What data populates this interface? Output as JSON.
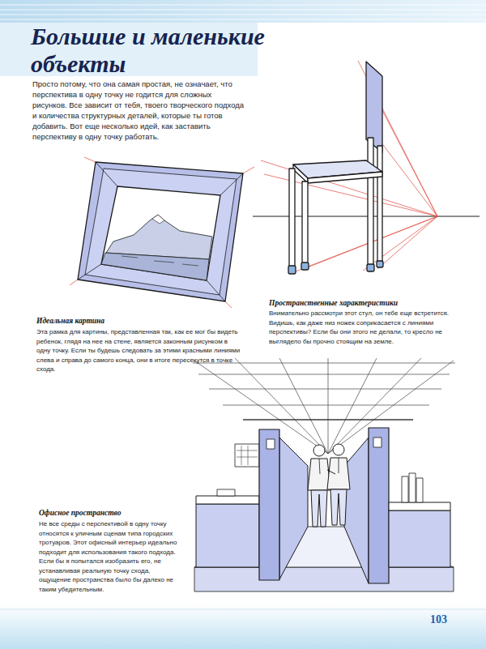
{
  "diagram": {
    "title": "Большие и маленькие объекты",
    "labels": [
      "Просто потому, что она самая простая, не означает, что перспектива в одну точку не годится для сложных рисунков. Все зависит от тебя, твоего творческого подхода и количества структурных деталей, которые ты готов добавить. Вот еще несколько идей, как заставить перспективу в одну точку работать.",
      "Идеальная картина",
      "Эта рамка для картины, представленная так, как ее мог бы видеть ребенок, глядя на нее на стене, является законным рисунком в одну точку. Если ты будешь следовать за этими красными линиями слева и справа до самого конца, они в итоге пересекутся в точке схода.",
      "Пространственные характеристики",
      "Внимательно рассмотри этот стул, он тебе еще встретится. Видишь, как даже низ ножек соприкасается с линиями перспективы? Если бы они этого не делали, то кресло не выглядело бы прочно стоящим на земле.",
      "Офисное пространство",
      "Не все среды с перспективой в одну точку относятся к уличным сценам типа городских тротуаров. Этот офисный интерьер идеально подходит для использования такого подхода. Если бы я попытался изобразить его, не устанавливая реальную точку схода, ощущение пространства было бы далеко не таким убедительным.",
      "103"
    ]
  }
}
